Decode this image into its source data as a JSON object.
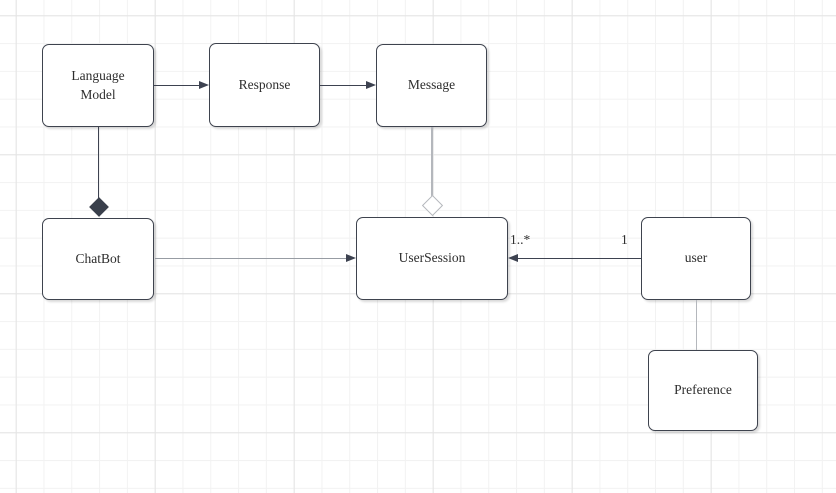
{
  "colors": {
    "stroke_dark": "#3d4250",
    "stroke_gray": "#979ca3",
    "stroke_light_gray": "#b4b7bc",
    "box_fill": "#ffffff",
    "text": "#2d2d2d",
    "grid_minor": "#f2f2f2",
    "grid_major": "#e4e4e4"
  },
  "classes": {
    "language_model": {
      "label": "Language\nModel"
    },
    "response": {
      "label": "Response"
    },
    "message": {
      "label": "Message"
    },
    "chatbot": {
      "label": "ChatBot"
    },
    "user_session": {
      "label": "UserSession"
    },
    "user": {
      "label": "user"
    },
    "preference": {
      "label": "Preference"
    }
  },
  "edge_labels": {
    "user_session_multiplicity": "1..*",
    "user_multiplicity": "1"
  }
}
